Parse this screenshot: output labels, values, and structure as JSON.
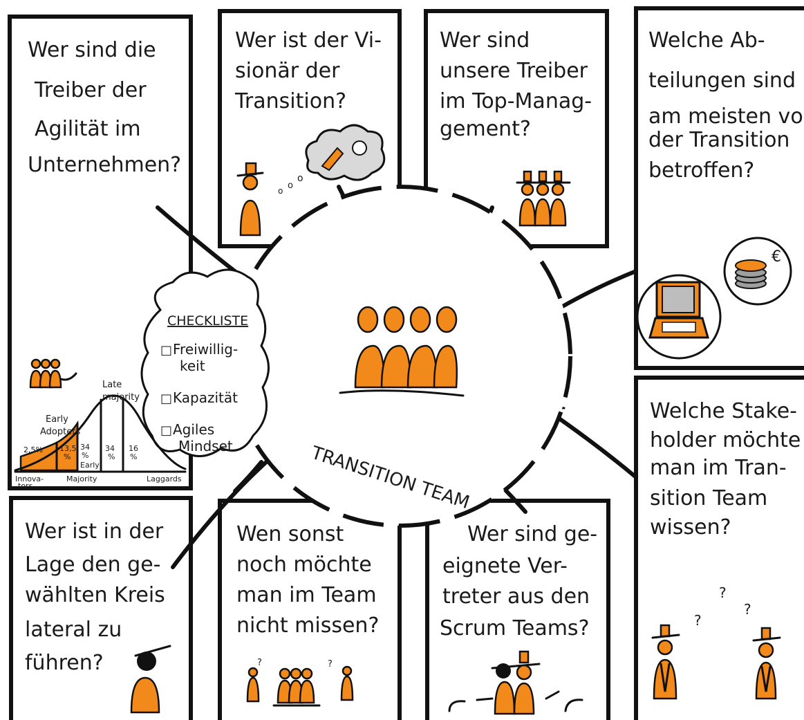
{
  "panels": {
    "p1": [
      "Wer sind die",
      "Treiber der",
      "Agilität im",
      "Unternehmen?"
    ],
    "p2": [
      "Wer ist der Vi-",
      "sionär der",
      "Transition?"
    ],
    "p3": [
      "Wer sind",
      "unsere Treiber",
      "im Top-Manag-",
      "gement?"
    ],
    "p4": [
      "Welche Ab-",
      "teilungen sind",
      "am meisten von",
      "der Transition",
      "betroffen?"
    ],
    "p5": [
      "Welche Stake-",
      "holder möchte",
      "man im Tran-",
      "sition Team",
      "wissen?"
    ],
    "p6": [
      "Wer ist in der",
      "Lage den ge-",
      "wählten Kreis",
      "lateral zu",
      "führen?"
    ],
    "p7": [
      "Wen sonst",
      "noch möchte",
      "man im Team",
      "nicht missen?"
    ],
    "p8": [
      "Wer sind ge-",
      "eignete Ver-",
      "treter aus den",
      "Scrum Teams?"
    ]
  },
  "checklist": {
    "title": "CHECKLISTE",
    "items": [
      "Freiwillig-",
      "keit",
      "Kapazität",
      "Agiles",
      "Mindset"
    ]
  },
  "center_label": "TRANSITION TEAM",
  "adoption_chart": {
    "top_label_1": "Late",
    "top_label_2": "majority",
    "early_adopters_1": "Early",
    "early_adopters_2": "Adopters",
    "seg1": "2,5%",
    "seg2_a": "13,5",
    "seg2_b": "%",
    "seg3_a": "34",
    "seg3_b": "%",
    "seg4_a": "34",
    "seg4_b": "%",
    "seg5_a": "16",
    "seg5_b": "%",
    "innovators_1": "Innova-",
    "innovators_2": "tors",
    "early_majority_1": "Early",
    "early_majority_2": "Majority",
    "laggards": "Laggards"
  },
  "thoughts": [
    "o",
    "o",
    "o"
  ],
  "currency": "€",
  "question_mark": "?",
  "colors": {
    "accent": "#f28a1b",
    "ink": "#111111"
  }
}
